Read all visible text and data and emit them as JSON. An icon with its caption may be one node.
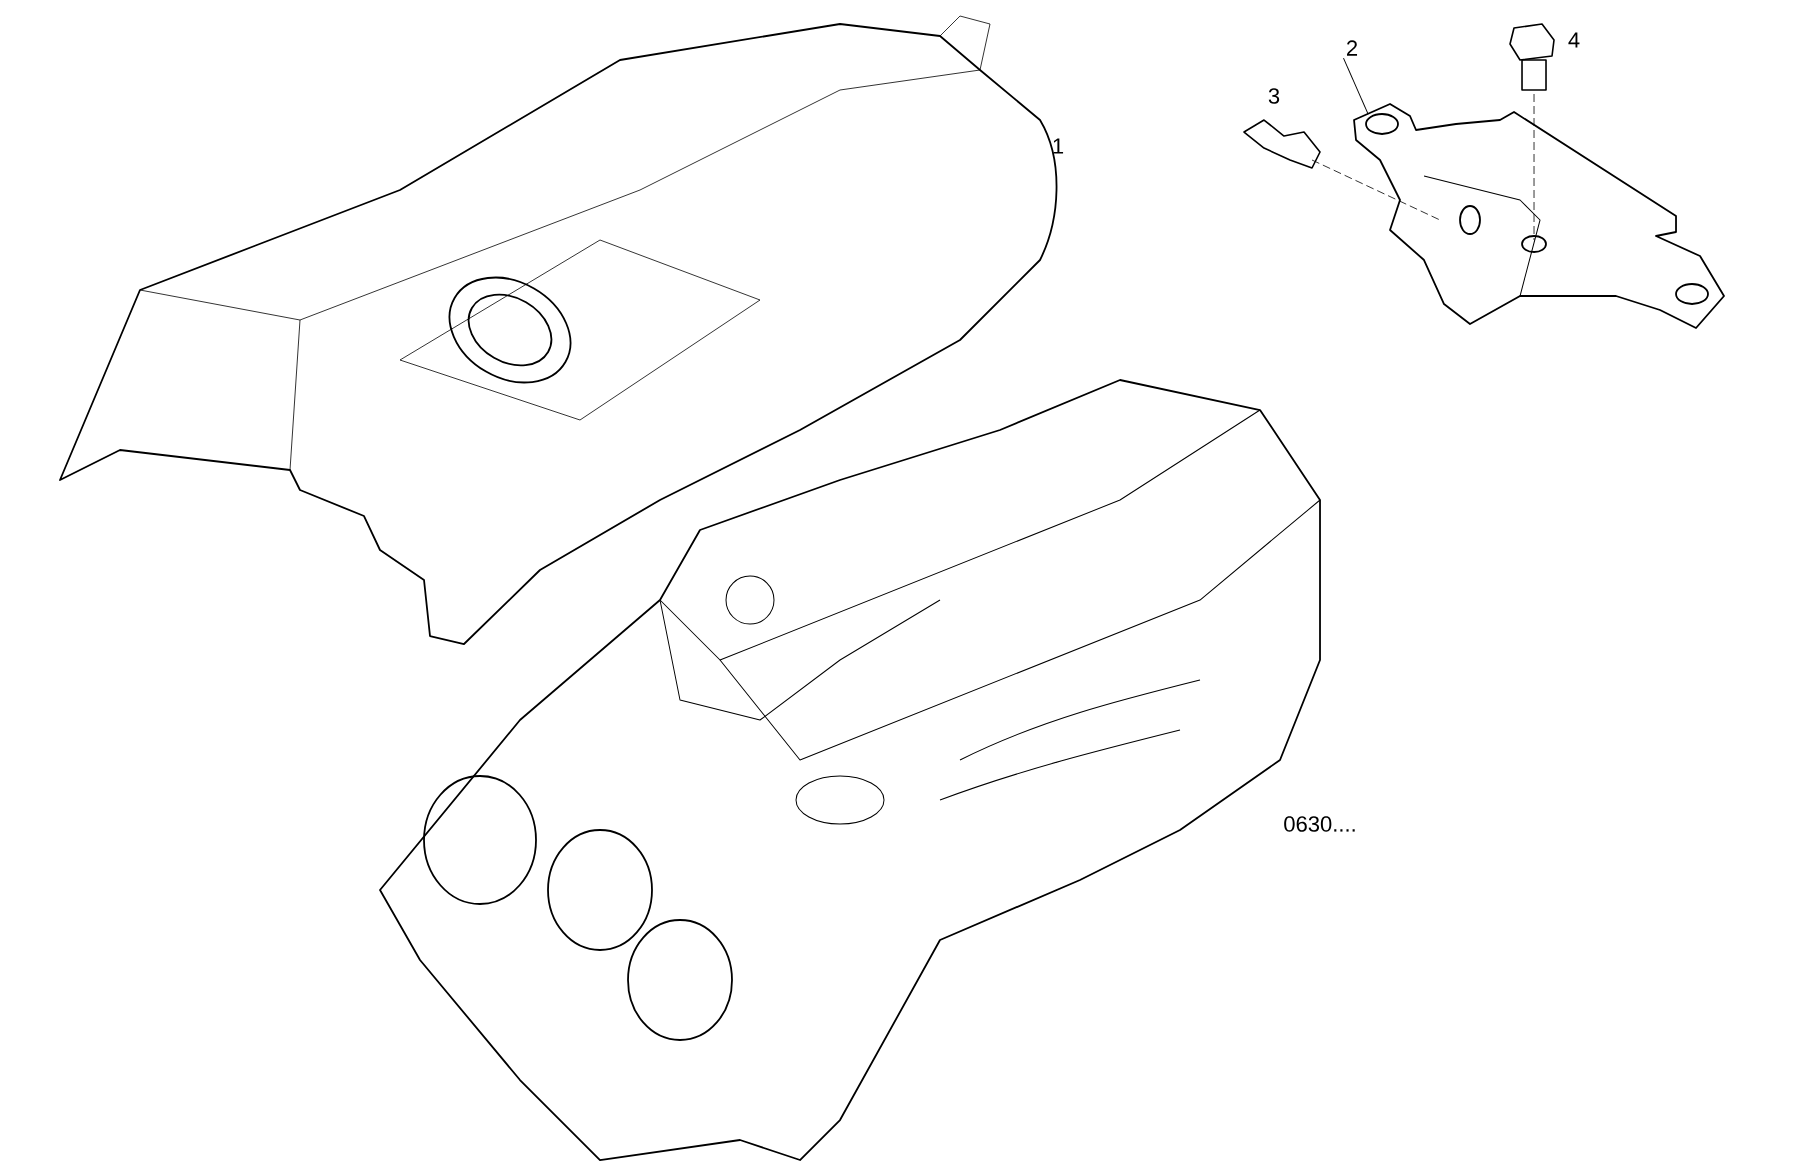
{
  "diagram": {
    "nodes": [
      {
        "text": [
          "2"
        ]
      },
      {
        "text": [],
        "shape": "picture"
      }
    ],
    "edges": [
      {
        "from": 0,
        "to": 1,
        "arrow": "none"
      }
    ],
    "labels": [
      "1",
      "3",
      "4",
      "0630...."
    ]
  }
}
